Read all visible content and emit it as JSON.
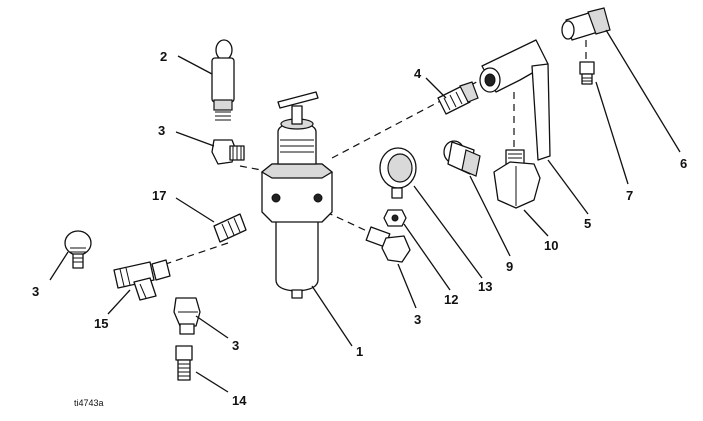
{
  "figure": {
    "reference": "ti4743a",
    "callouts": {
      "c1": "1",
      "c2": "2",
      "c3a": "3",
      "c3b": "3",
      "c3c": "3",
      "c3d": "3",
      "c4": "4",
      "c5": "5",
      "c6": "6",
      "c7": "7",
      "c9": "9",
      "c10": "10",
      "c12": "12",
      "c13": "13",
      "c14": "14",
      "c15": "15",
      "c17": "17"
    }
  }
}
